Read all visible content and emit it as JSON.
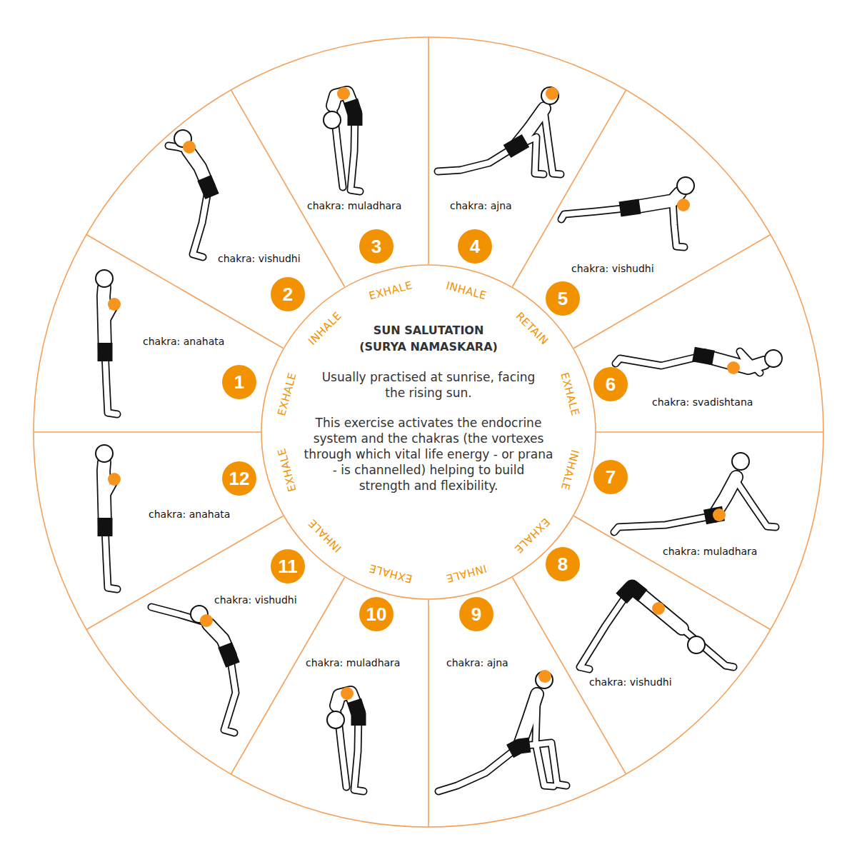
{
  "diagram": {
    "title": "SUN SALUTATION (SURYA NAMASKARA)",
    "nodes": [
      {
        "text": [
          "Usually practised at sunrise, facing the rising sun.",
          "This exercise activates the endocrine system and the chakras (the vortexes through which vital life energy - or prana - is channelled) helping to build strength and flexibility."
        ]
      },
      {
        "text": [
          "chakra: anahata"
        ]
      },
      {
        "text": [
          "1"
        ],
        "in": 1
      },
      {
        "text": [
          "chakra: vishudhi"
        ]
      },
      {
        "text": [
          "2"
        ],
        "in": 3
      },
      {
        "text": [
          "chakra: muladhara"
        ]
      },
      {
        "text": [
          "3"
        ],
        "in": 5
      },
      {
        "text": [
          "chakra: ajna"
        ]
      },
      {
        "text": [
          "4"
        ],
        "in": 7
      },
      {
        "text": [
          "chakra: vishudhi"
        ]
      },
      {
        "text": [
          "5"
        ],
        "in": 9
      },
      {
        "text": [
          "chakra: svadishtana"
        ]
      },
      {
        "text": [
          "6"
        ],
        "in": 11
      },
      {
        "text": [
          "chakra: muladhara"
        ]
      },
      {
        "text": [
          "7"
        ],
        "in": 13
      },
      {
        "text": [
          "chakra: vishudhi"
        ]
      },
      {
        "text": [
          "8"
        ],
        "in": 15
      },
      {
        "text": [
          "chakra: ajna"
        ]
      },
      {
        "text": [
          "9"
        ],
        "in": 17
      },
      {
        "text": [
          "chakra: muladhara"
        ]
      },
      {
        "text": [
          "10"
        ],
        "in": 19
      },
      {
        "text": [
          "chakra: vishudhi"
        ]
      },
      {
        "text": [
          "11"
        ],
        "in": 21
      },
      {
        "text": [
          "chakra: anahata"
        ]
      },
      {
        "text": [
          "12"
        ],
        "in": 23
      }
    ],
    "labels": [
      "EXHALE",
      "INHALE",
      "EXHALE",
      "INHALE",
      "RETAIN",
      "EXHALE",
      "INHALE",
      "EXHALE",
      "INHALE",
      "EXHALE",
      "INHALE",
      "EXHALE"
    ]
  }
}
